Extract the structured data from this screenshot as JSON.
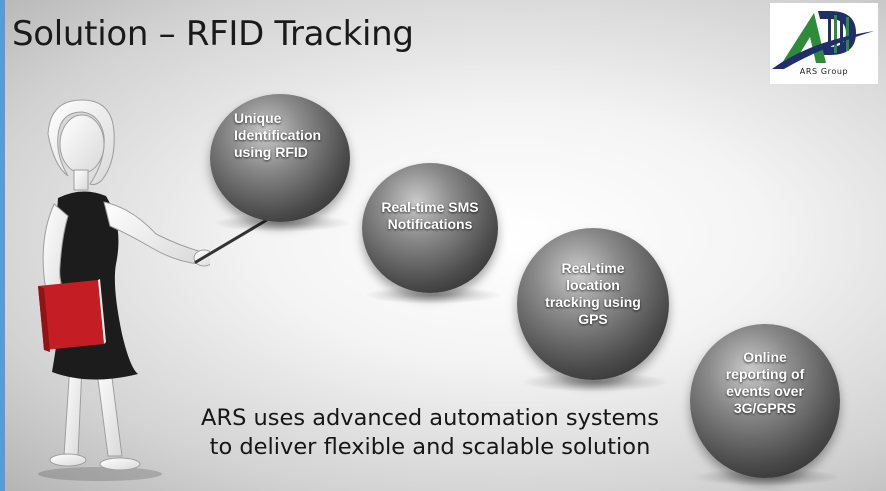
{
  "slide": {
    "title": "Solution – RFID Tracking",
    "logo": {
      "text": "ARS Group",
      "icon": "ars-group-logo"
    },
    "figure": {
      "icon": "presenter-woman-with-pointer-and-book"
    },
    "balls": [
      {
        "lines": [
          "Unique",
          "Identification",
          "using RFID"
        ]
      },
      {
        "lines": [
          "Real-time SMS",
          "Notifications"
        ]
      },
      {
        "lines": [
          "Real-time",
          "location",
          "tracking using",
          "GPS"
        ]
      },
      {
        "lines": [
          "Online",
          "reporting of",
          "events over",
          "3G/GPRS"
        ]
      }
    ],
    "caption": {
      "lines": [
        "ARS uses advanced automation systems",
        "to deliver flexible and scalable solution"
      ]
    },
    "colors": {
      "ball": "#5a5a5a",
      "logo_green": "#2e8b3a",
      "logo_navy": "#1f2f6a",
      "stripe": "#5b9bd5"
    }
  }
}
